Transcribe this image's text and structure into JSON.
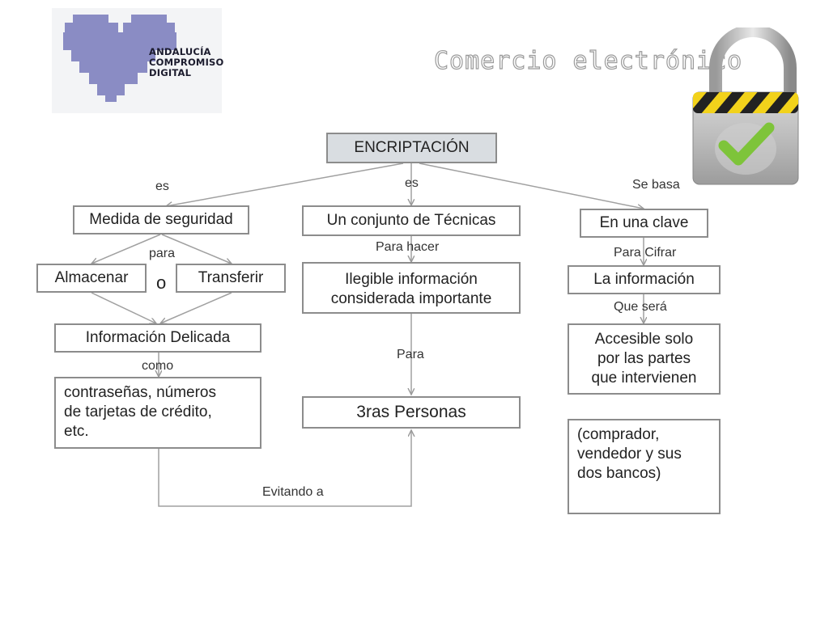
{
  "logo": {
    "lines": [
      "ANDALUCÍA",
      "COMPROMISO",
      "DIGITAL"
    ]
  },
  "title": "Comercio electrónico",
  "nodes": {
    "encriptacion": "ENCRIPTACIÓN",
    "medida": "Medida de seguridad",
    "almacenar": "Almacenar",
    "o": "o",
    "transferir": "Transferir",
    "info_delicada": "Información Delicada",
    "ejemplos": [
      "contraseñas, números",
      "de tarjetas de crédito,",
      "etc."
    ],
    "tecnicas": "Un conjunto de Técnicas",
    "ilegible": [
      "Ilegible información",
      "considerada importante"
    ],
    "terceras": "3ras Personas",
    "clave": "En una clave",
    "la_informacion": "La información",
    "accesible": [
      "Accesible solo",
      "por las partes",
      "que intervienen"
    ],
    "partes": [
      "(comprador,",
      "vendedor y sus",
      "dos bancos)"
    ]
  },
  "labels": {
    "es_left": "es",
    "es_mid": "es",
    "se_basa": "Se basa",
    "para": "para",
    "para_hacer": "Para hacer",
    "para_cifrar": "Para Cifrar",
    "que_sera": "Que será",
    "como": "como",
    "para_mid": "Para",
    "evitando": "Evitando a"
  },
  "colors": {
    "heart": "#8a8cc4",
    "box_border": "#8c8c8c",
    "head_fill": "#d9dde1",
    "check": "#7ec43a"
  },
  "icons": [
    "heart-logo-icon",
    "padlock-check-icon"
  ]
}
